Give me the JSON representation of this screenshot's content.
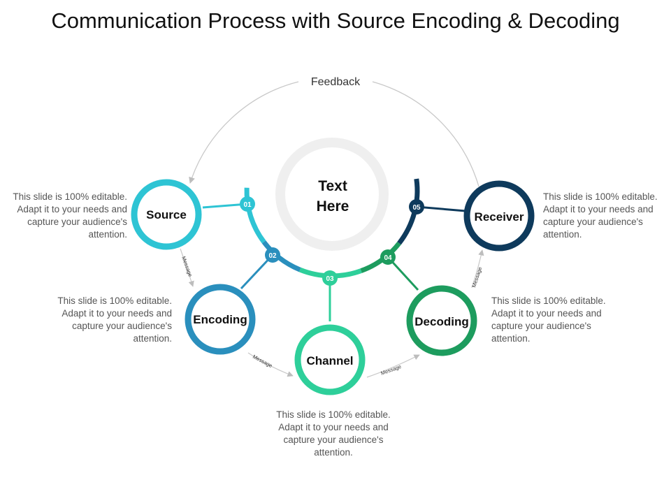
{
  "title": "Communication Process with Source Encoding & Decoding",
  "feedback_label": "Feedback",
  "center_text": [
    "Text",
    "Here"
  ],
  "message_label": "Message",
  "colors": {
    "source": "#2ec4d4",
    "encoding": "#2a8fbd",
    "channel": "#2ecf9a",
    "decoding": "#1d9c5e",
    "receiver": "#0e3a5c",
    "arc_segment_1": "#2ec4d4",
    "arc_segment_2": "#2a8fbd",
    "arc_segment_3": "#2ecf9a",
    "arc_segment_4": "#1d9c5e",
    "arc_segment_5": "#0e3a5c",
    "center_ring": "#f0f0f0"
  },
  "nodes": [
    {
      "id": "source",
      "label": "Source",
      "number": "01",
      "description": "This slide is 100% editable. Adapt it to your needs and capture your audience's attention."
    },
    {
      "id": "encoding",
      "label": "Encoding",
      "number": "02",
      "description": "This slide is 100% editable. Adapt it to your needs and capture your audience's attention."
    },
    {
      "id": "channel",
      "label": "Channel",
      "number": "03",
      "description": "This slide is 100% editable. Adapt it to your needs and capture your audience's attention."
    },
    {
      "id": "decoding",
      "label": "Decoding",
      "number": "04",
      "description": "This slide is 100% editable. Adapt it to your needs and capture your audience's attention."
    },
    {
      "id": "receiver",
      "label": "Receiver",
      "number": "05",
      "description": "This slide is 100% editable. Adapt it to your needs and capture your audience's attention."
    }
  ]
}
